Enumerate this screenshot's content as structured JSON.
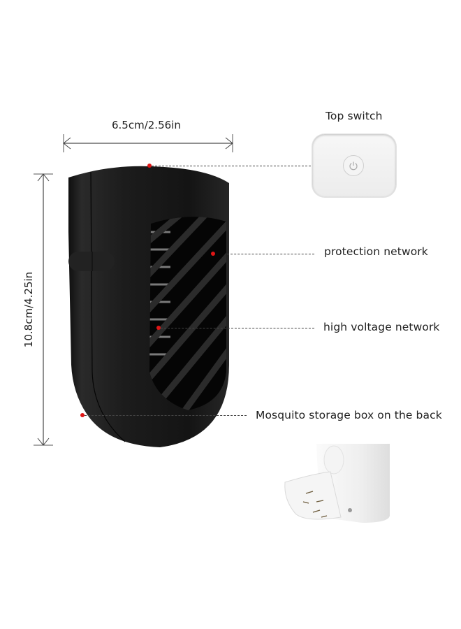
{
  "dimensions": {
    "width_label": "6.5cm/2.56in",
    "height_label": "10.8cm/4.25in"
  },
  "callouts": [
    {
      "id": "top-switch",
      "label": "Top switch"
    },
    {
      "id": "protection-network",
      "label": "protection network"
    },
    {
      "id": "high-voltage-network",
      "label": "high voltage network"
    },
    {
      "id": "mosquito-storage-box",
      "label": "Mosquito storage box on the back"
    }
  ],
  "icons": {
    "power": "power-icon"
  },
  "colors": {
    "device_body": "#1b1b1b",
    "marker_dot": "#e01616",
    "inset_white": "#f2f2f2",
    "dim_line": "#333333"
  }
}
